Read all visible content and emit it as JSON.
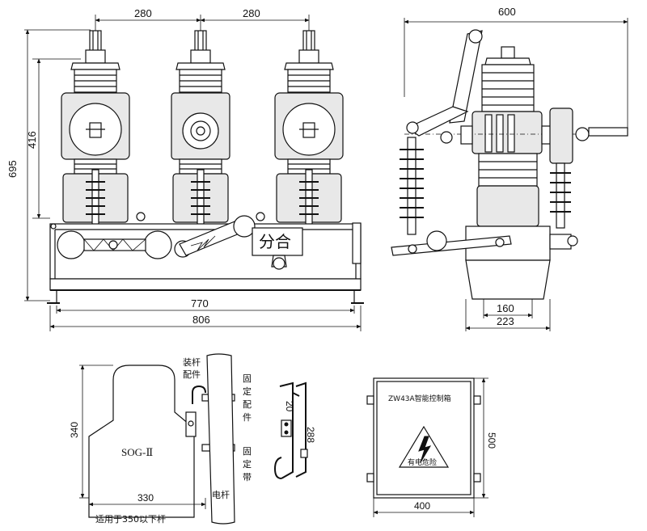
{
  "front_view": {
    "dim_pole_spacing_1": "280",
    "dim_pole_spacing_2": "280",
    "dim_height_total": "695",
    "dim_height_insulator": "416",
    "dim_width_mount": "770",
    "dim_width_total": "806",
    "status_label": "分合"
  },
  "side_view": {
    "dim_depth_total": "600",
    "dim_base_inner": "160",
    "dim_base_outer": "223"
  },
  "arrester_mount": {
    "model_label": "SOG-Ⅱ",
    "dim_height": "340",
    "dim_width": "330",
    "label_fitting": [
      "装杆",
      "配件"
    ],
    "label_fixing_parts": [
      "固",
      "定",
      "配",
      "件"
    ],
    "label_fixing_band": [
      "固",
      "定",
      "带"
    ],
    "label_pole": "电杆",
    "note": "适用于350以下杆",
    "dim_bracket_top": "20",
    "dim_bracket_height": "288"
  },
  "control_box": {
    "title": "ZW43A智能控制箱",
    "warning": "有电危险",
    "dim_height": "500",
    "dim_width": "400"
  }
}
